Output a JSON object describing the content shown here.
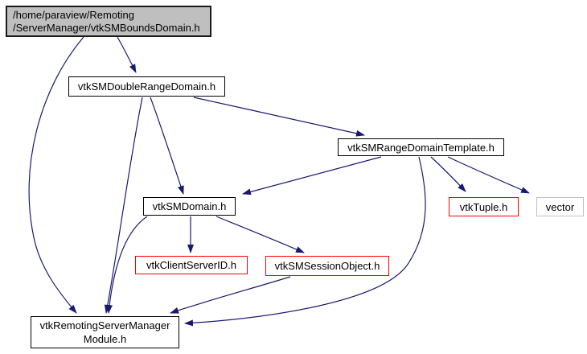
{
  "diagram": {
    "type": "include-dependency-graph",
    "colors": {
      "edge": "#191970",
      "node_border": "#000000",
      "truncated_node_border": "#ff0000",
      "std_node_border": "#c0c0c0",
      "current_node_fill": "#bfbfbf",
      "node_fill": "#ffffff",
      "text": "#000000",
      "background": "#ffffff"
    },
    "nodes": {
      "bounds_domain": {
        "label": "/home/paraview/Remoting\n/ServerManager/vtkSMBoundsDomain.h"
      },
      "double_range_domain": {
        "label": "vtkSMDoubleRangeDomain.h"
      },
      "range_domain_template": {
        "label": "vtkSMRangeDomainTemplate.h"
      },
      "sm_domain": {
        "label": "vtkSMDomain.h"
      },
      "client_server_id": {
        "label": "vtkClientServerID.h"
      },
      "sm_session_object": {
        "label": "vtkSMSessionObject.h"
      },
      "vtk_tuple": {
        "label": "vtkTuple.h"
      },
      "vector": {
        "label": "vector"
      },
      "remoting_module": {
        "label": "vtkRemotingServerManager\nModule.h"
      }
    },
    "edges": [
      {
        "from": "/home/paraview/Remoting/ServerManager/vtkSMBoundsDomain.h",
        "to": "vtkSMDoubleRangeDomain.h"
      },
      {
        "from": "/home/paraview/Remoting/ServerManager/vtkSMBoundsDomain.h",
        "to": "vtkRemotingServerManagerModule.h"
      },
      {
        "from": "vtkSMDoubleRangeDomain.h",
        "to": "vtkSMRangeDomainTemplate.h"
      },
      {
        "from": "vtkSMDoubleRangeDomain.h",
        "to": "vtkSMDomain.h"
      },
      {
        "from": "vtkSMDoubleRangeDomain.h",
        "to": "vtkRemotingServerManagerModule.h"
      },
      {
        "from": "vtkSMRangeDomainTemplate.h",
        "to": "vtkSMDomain.h"
      },
      {
        "from": "vtkSMRangeDomainTemplate.h",
        "to": "vtkTuple.h"
      },
      {
        "from": "vtkSMRangeDomainTemplate.h",
        "to": "vector"
      },
      {
        "from": "vtkSMRangeDomainTemplate.h",
        "to": "vtkRemotingServerManagerModule.h"
      },
      {
        "from": "vtkSMDomain.h",
        "to": "vtkClientServerID.h"
      },
      {
        "from": "vtkSMDomain.h",
        "to": "vtkSMSessionObject.h"
      },
      {
        "from": "vtkSMDomain.h",
        "to": "vtkRemotingServerManagerModule.h"
      },
      {
        "from": "vtkSMSessionObject.h",
        "to": "vtkRemotingServerManagerModule.h"
      }
    ]
  }
}
